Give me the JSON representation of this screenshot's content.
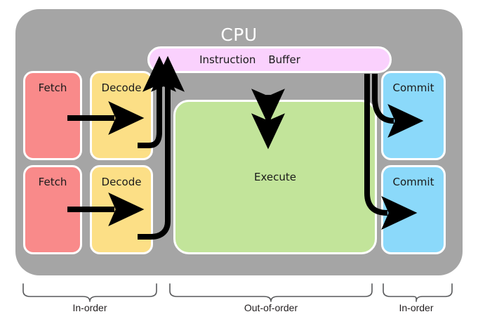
{
  "diagram": {
    "title": "CPU",
    "colors": {
      "panel": "#a5a5a5",
      "fetch": "#f98a8a",
      "decode": "#fcdf86",
      "commit": "#8bd9fa",
      "execute": "#c2e49a",
      "instruction_buffer": "#fad1fd",
      "box_outline": "#ffffff",
      "arrow": "#000000",
      "brace": "#58595b",
      "label_text": "#231f20",
      "title_text": "#ffffff"
    },
    "stages": {
      "fetch_1": "Fetch",
      "fetch_2": "Fetch",
      "decode_1": "Decode",
      "decode_2": "Decode",
      "commit_1": "Commit",
      "commit_2": "Commit",
      "execute": "Execute",
      "instruction_buffer_word_1": "Instruction",
      "instruction_buffer_word_2": "Buffer"
    },
    "braces": [
      {
        "label": "In-order"
      },
      {
        "label": "Out-of-order"
      },
      {
        "label": "In-order"
      }
    ],
    "arrows": [
      {
        "name": "fetch1-to-decode1",
        "kind": "straight-right"
      },
      {
        "name": "fetch2-to-decode2",
        "kind": "straight-right"
      },
      {
        "name": "decode1-to-instruction-buffer",
        "kind": "curve-up"
      },
      {
        "name": "decode2-to-instruction-buffer",
        "kind": "curve-up"
      },
      {
        "name": "instruction-buffer-to-execute",
        "kind": "bidirectional-vertical"
      },
      {
        "name": "instruction-buffer-to-commit1",
        "kind": "curve-down-right"
      },
      {
        "name": "instruction-buffer-to-commit2",
        "kind": "curve-down-right"
      }
    ]
  }
}
